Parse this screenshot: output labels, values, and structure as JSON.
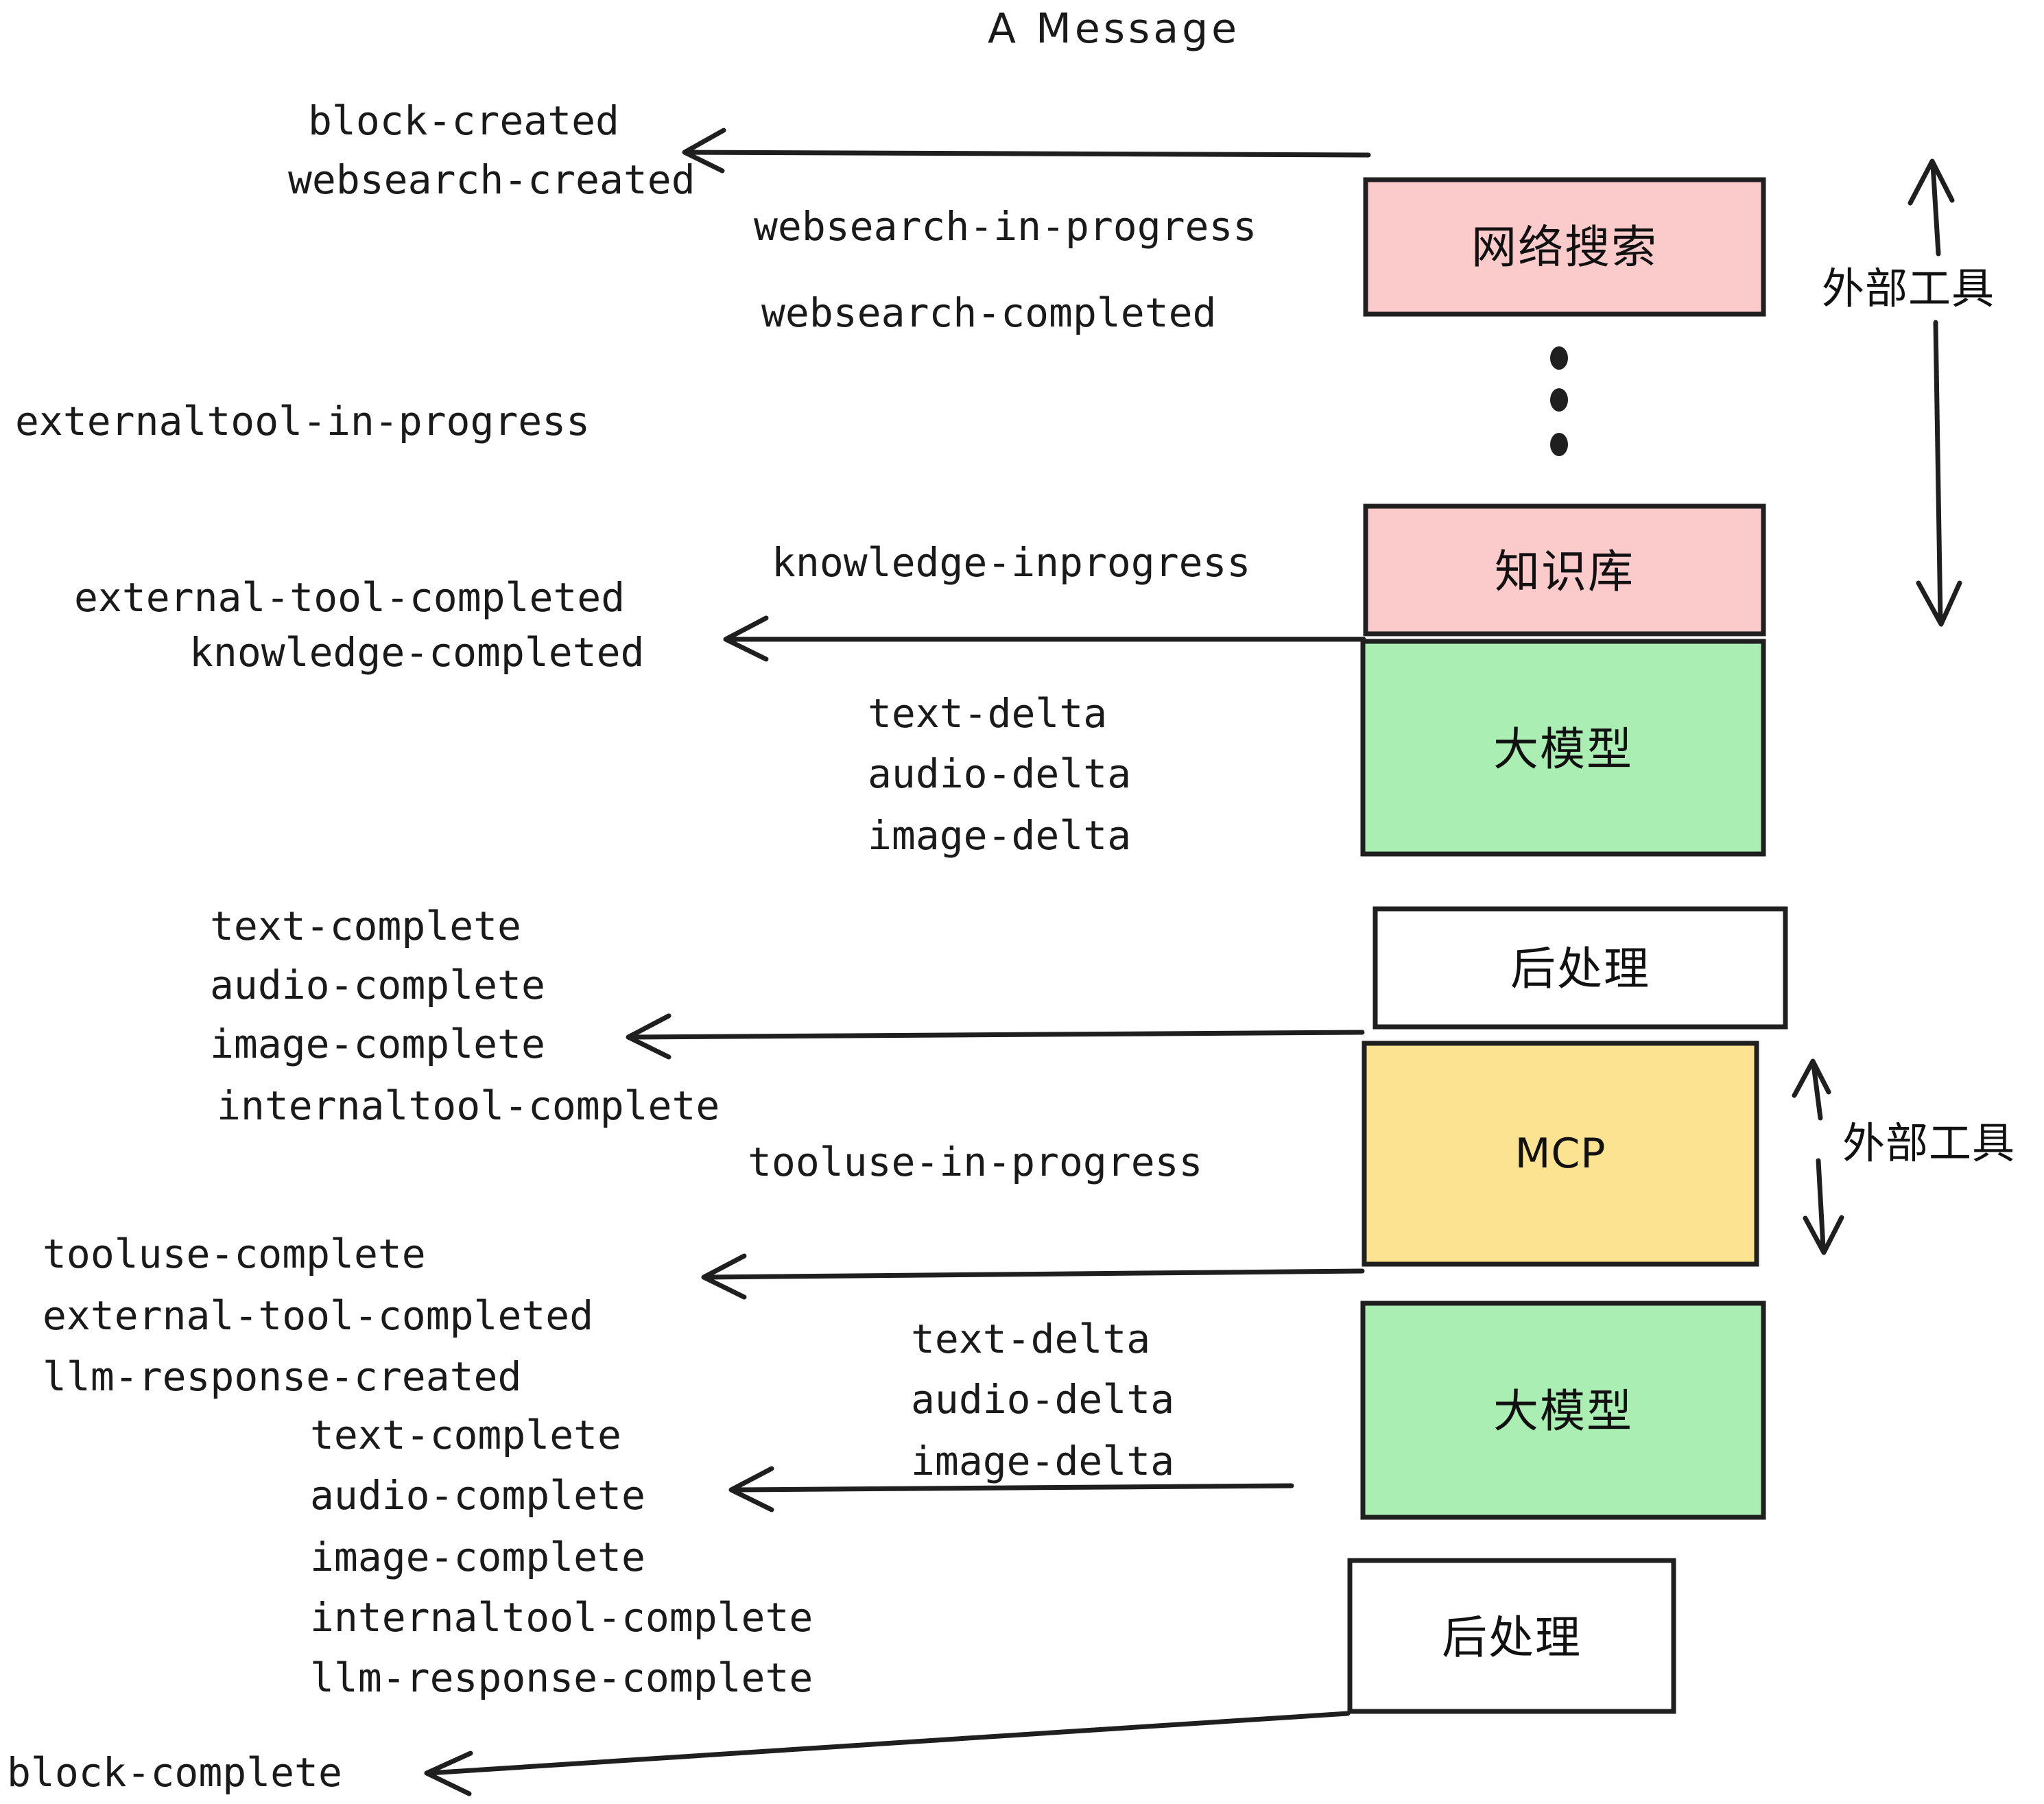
{
  "diagram": {
    "title": "A Message",
    "boxes": [
      {
        "id": "websearch",
        "label": "网络搜索",
        "color": "#fbcbcb",
        "script": "cjk"
      },
      {
        "id": "knowledge",
        "label": "知识库",
        "color": "#fbcbcb",
        "script": "cjk"
      },
      {
        "id": "llm-top",
        "label": "大模型",
        "color": "#aaeeb4",
        "script": "cjk"
      },
      {
        "id": "postprocess-top",
        "label": "后处理",
        "color": "#ffffff",
        "script": "cjk"
      },
      {
        "id": "mcp",
        "label": "MCP",
        "color": "#fbe391",
        "script": "latin"
      },
      {
        "id": "llm-bottom",
        "label": "大模型",
        "color": "#aaeeb4",
        "script": "cjk"
      },
      {
        "id": "postprocess-bottom",
        "label": "后处理",
        "color": "#ffffff",
        "script": "cjk"
      }
    ],
    "side_labels": [
      {
        "id": "external-tools-top",
        "text": "外部工具"
      },
      {
        "id": "external-tools-bottom",
        "text": "外部工具"
      }
    ],
    "events": {
      "block_created": "block-created",
      "websearch_created": "websearch-created",
      "websearch_in_progress": "websearch-in-progress",
      "websearch_completed": "websearch-completed",
      "externaltool_in_progress": "externaltool-in-progress",
      "knowledge_inprogress": "knowledge-inprogress",
      "external_tool_completed_1": "external-tool-completed",
      "knowledge_completed": "knowledge-completed",
      "text_delta_1": "text-delta",
      "audio_delta_1": "audio-delta",
      "image_delta_1": "image-delta",
      "text_complete_1": "text-complete",
      "audio_complete_1": "audio-complete",
      "image_complete_1": "image-complete",
      "internaltool_complete_1": "internaltool-complete",
      "tooluse_in_progress": "tooluse-in-progress",
      "tooluse_complete": "tooluse-complete",
      "external_tool_completed_2": "external-tool-completed",
      "llm_response_created": "llm-response-created",
      "text_delta_2": "text-delta",
      "audio_delta_2": "audio-delta",
      "image_delta_2": "image-delta",
      "text_complete_2": "text-complete",
      "audio_complete_2": "audio-complete",
      "image_complete_2": "image-complete",
      "internaltool_complete_2": "internaltool-complete",
      "llm_response_complete": "llm-response-complete",
      "block_complete": "block-complete"
    },
    "colors": {
      "pink": "#fbcbcb",
      "green": "#aaeeb4",
      "yellow": "#fbe391",
      "white": "#ffffff",
      "stroke": "#1f1f1f",
      "text": "#1a1a1a",
      "background": "#ffffff"
    }
  }
}
